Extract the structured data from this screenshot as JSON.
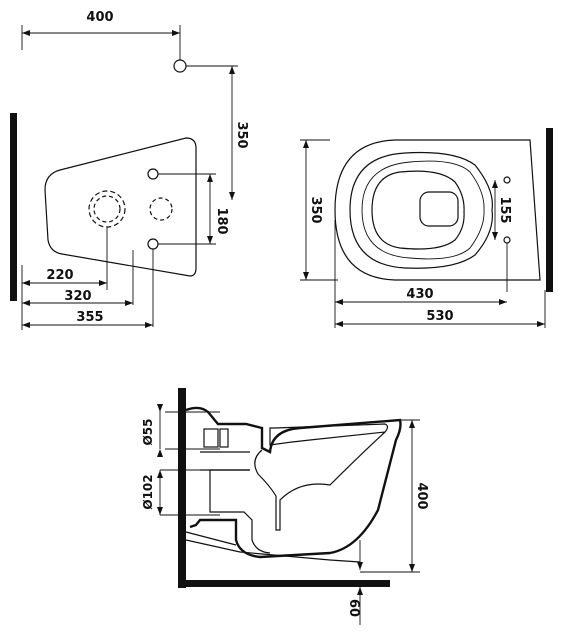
{
  "dimensions": {
    "top_width": "400",
    "top_height": "350",
    "left_width_220": "220",
    "left_width_320": "320",
    "left_width_355": "355",
    "left_gap_180": "180",
    "right_height_350": "350",
    "right_gap_155": "155",
    "right_width_430": "430",
    "right_width_530": "530",
    "side_diameter_55": "Ø55",
    "side_diameter_102": "Ø102",
    "side_height_400": "400",
    "side_bottom_60": "60"
  }
}
